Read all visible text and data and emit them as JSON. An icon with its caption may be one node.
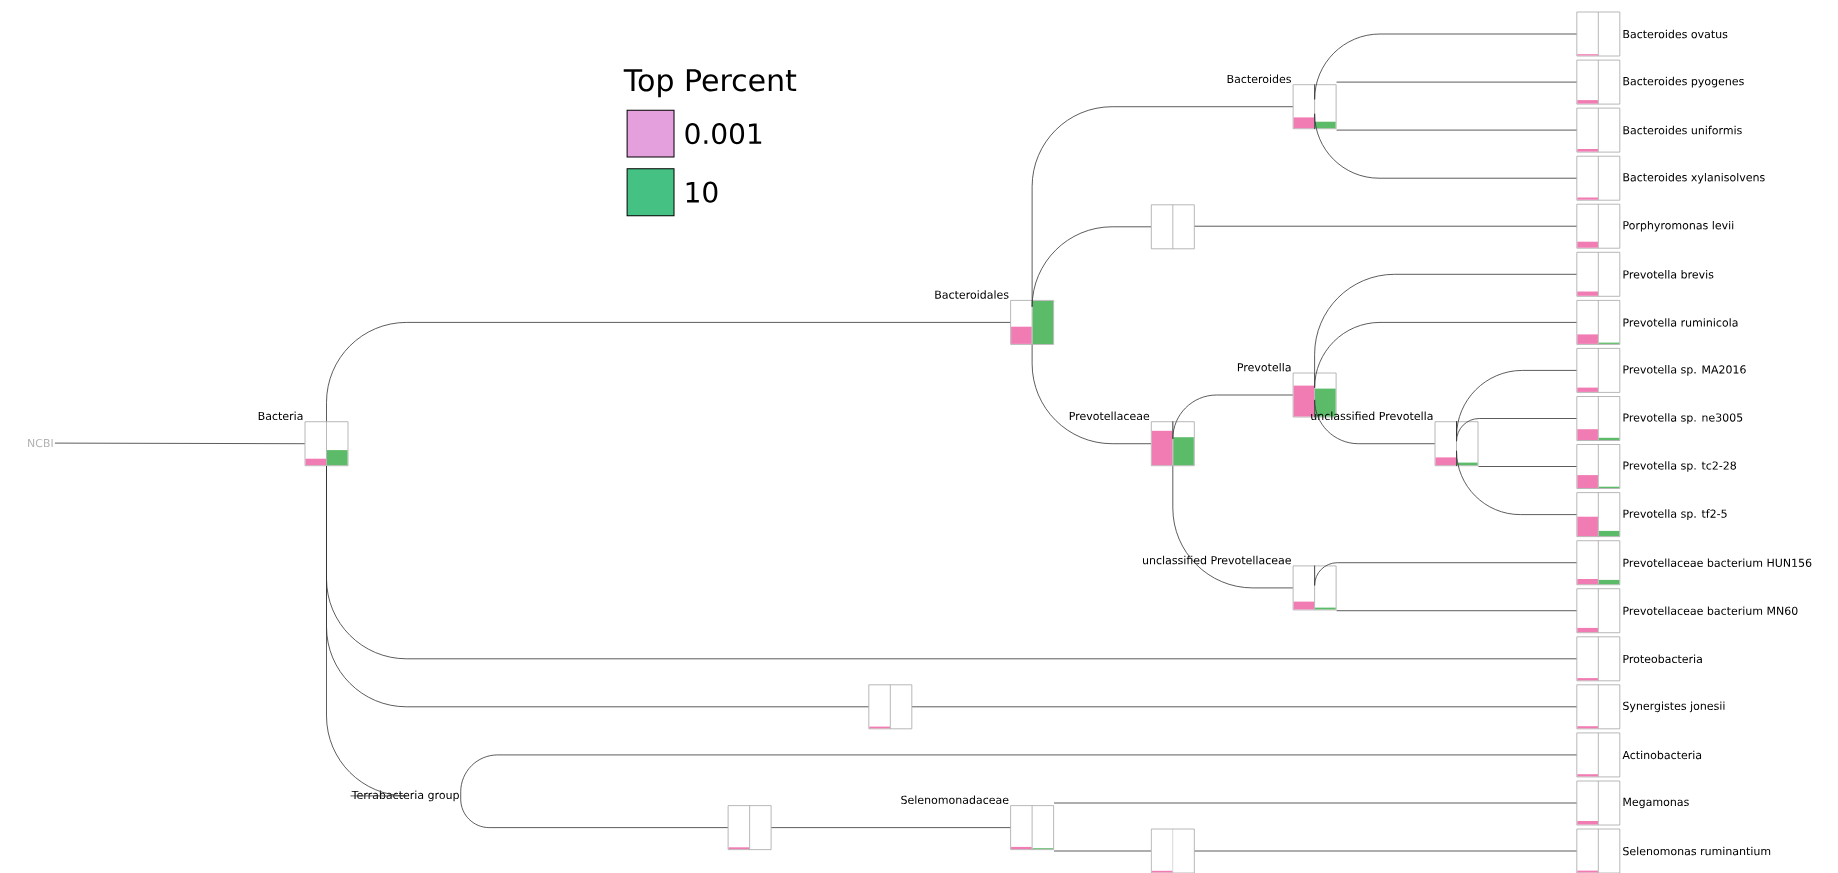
{
  "diagram": {
    "nodes": [
      {
        "text": [
          "NCBI"
        ]
      },
      {
        "text": [
          "Bacteria"
        ]
      },
      {
        "text": [
          "Bacteroidales"
        ]
      },
      {
        "text": [
          "Bacteroides"
        ]
      },
      {
        "text": [],
        "shape": "bar"
      },
      {
        "text": [
          "Prevotellaceae"
        ]
      },
      {
        "text": [
          "Prevotella"
        ]
      },
      {
        "text": [
          "unclassified Prevotella"
        ]
      },
      {
        "text": [
          "unclassified Prevotellaceae"
        ]
      },
      {
        "text": [],
        "shape": "bar"
      },
      {
        "text": [
          "Terrabacteria group"
        ]
      },
      {
        "text": [],
        "shape": "bar"
      },
      {
        "text": [
          "Selenomonadaceae"
        ]
      },
      {
        "text": [],
        "shape": "bar"
      },
      {
        "text": [
          "Bacteroides ovatus"
        ]
      },
      {
        "text": [
          "Bacteroides pyogenes"
        ]
      },
      {
        "text": [
          "Bacteroides uniformis"
        ]
      },
      {
        "text": [
          "Bacteroides xylanisolvens"
        ]
      },
      {
        "text": [
          "Porphyromonas levii"
        ]
      },
      {
        "text": [
          "Prevotella brevis"
        ]
      },
      {
        "text": [
          "Prevotella ruminicola"
        ]
      },
      {
        "text": [
          "Prevotella sp. MA2016"
        ]
      },
      {
        "text": [
          "Prevotella sp. ne3005"
        ]
      },
      {
        "text": [
          "Prevotella sp. tc2-28"
        ]
      },
      {
        "text": [
          "Prevotella sp. tf2-5"
        ]
      },
      {
        "text": [
          "Prevotellaceae bacterium HUN156"
        ]
      },
      {
        "text": [
          "Prevotellaceae bacterium MN60"
        ]
      },
      {
        "text": [
          "Proteobacteria"
        ]
      },
      {
        "text": [
          "Synergistes jonesii"
        ]
      },
      {
        "text": [
          "Actinobacteria"
        ]
      },
      {
        "text": [
          "Megamonas"
        ]
      },
      {
        "text": [
          "Selenomonas ruminantium"
        ]
      }
    ],
    "edges": [
      {
        "from": 0,
        "to": 1,
        "arrow": "none"
      },
      {
        "from": 1,
        "to": 2,
        "arrow": "none"
      },
      {
        "from": 1,
        "to": 27,
        "arrow": "none"
      },
      {
        "from": 1,
        "to": 9,
        "arrow": "none"
      },
      {
        "from": 1,
        "to": 10,
        "arrow": "none"
      },
      {
        "from": 2,
        "to": 3,
        "arrow": "none"
      },
      {
        "from": 2,
        "to": 4,
        "arrow": "none"
      },
      {
        "from": 2,
        "to": 5,
        "arrow": "none"
      },
      {
        "from": 3,
        "to": 14,
        "arrow": "none"
      },
      {
        "from": 3,
        "to": 15,
        "arrow": "none"
      },
      {
        "from": 3,
        "to": 16,
        "arrow": "none"
      },
      {
        "from": 3,
        "to": 17,
        "arrow": "none"
      },
      {
        "from": 4,
        "to": 18,
        "arrow": "none"
      },
      {
        "from": 5,
        "to": 6,
        "arrow": "none"
      },
      {
        "from": 5,
        "to": 8,
        "arrow": "none"
      },
      {
        "from": 6,
        "to": 19,
        "arrow": "none"
      },
      {
        "from": 6,
        "to": 20,
        "arrow": "none"
      },
      {
        "from": 6,
        "to": 7,
        "arrow": "none"
      },
      {
        "from": 7,
        "to": 21,
        "arrow": "none"
      },
      {
        "from": 7,
        "to": 22,
        "arrow": "none"
      },
      {
        "from": 7,
        "to": 23,
        "arrow": "none"
      },
      {
        "from": 7,
        "to": 24,
        "arrow": "none"
      },
      {
        "from": 8,
        "to": 25,
        "arrow": "none"
      },
      {
        "from": 8,
        "to": 26,
        "arrow": "none"
      },
      {
        "from": 9,
        "to": 28,
        "arrow": "none"
      },
      {
        "from": 10,
        "to": 29,
        "arrow": "none"
      },
      {
        "from": 10,
        "to": 11,
        "arrow": "none"
      },
      {
        "from": 11,
        "to": 12,
        "arrow": "none"
      },
      {
        "from": 12,
        "to": 30,
        "arrow": "none"
      },
      {
        "from": 12,
        "to": 13,
        "arrow": "none"
      },
      {
        "from": 13,
        "to": 31,
        "arrow": "none"
      }
    ],
    "labels": [
      "Top Percent"
    ],
    "legend": [
      {
        "text": "0.001",
        "color": "#e3a0dc"
      },
      {
        "text": "10",
        "color": "#45c183"
      }
    ]
  }
}
